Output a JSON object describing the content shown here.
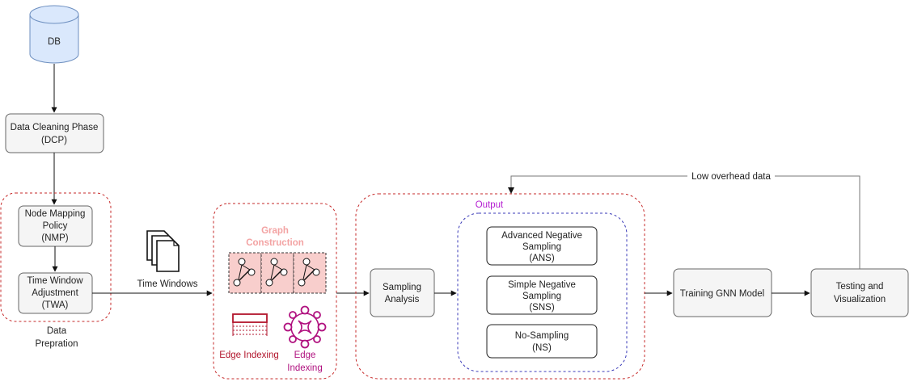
{
  "nodes": {
    "db": "DB",
    "dcp_line1": "Data Cleaning Phase",
    "dcp_line2": "(DCP)",
    "nmp_line1": "Node Mapping",
    "nmp_line2": "Policy",
    "nmp_line3": "(NMP)",
    "twa_line1": "Time Window",
    "twa_line2": "Adjustment",
    "twa_line3": "(TWA)",
    "data_prep_line1": "Data",
    "data_prep_line2": "Prepration",
    "time_windows": "Time Windows",
    "graph_construction_line1": "Graph",
    "graph_construction_line2": "Construction",
    "edge_indexing_1": "Edge Indexing",
    "edge_indexing_2_line1": "Edge",
    "edge_indexing_2_line2": "Indexing",
    "sampling_line1": "Sampling",
    "sampling_line2": "Analysis",
    "output": "Output",
    "ans_line1": "Advanced Negative",
    "ans_line2": "Sampling",
    "ans_line3": "(ANS)",
    "sns_line1": "Simple Negative",
    "sns_line2": "Sampling",
    "sns_line3": "(SNS)",
    "ns_line1": "No-Sampling",
    "ns_line2": "(NS)",
    "training": "Training GNN Model",
    "testing_line1": "Testing and",
    "testing_line2": "Visualization",
    "feedback": "Low overhead data"
  },
  "colors": {
    "node_fill": "#f5f5f5",
    "db_fill": "#dae8fc",
    "db_stroke": "#6c8ebf",
    "group_red": "#c62828",
    "group_blue": "#3b3bb8",
    "graph_fill": "#f8cecc",
    "graph_stroke": "#b85450",
    "edge_index_red": "#b2152c",
    "edge_index_magenta": "#b0117f",
    "output_label": "#b51ed1",
    "graph_label": "#f3a3a3"
  },
  "icons": [
    "database-icon",
    "documents-icon",
    "graph-icon",
    "table-icon",
    "network-icon"
  ]
}
